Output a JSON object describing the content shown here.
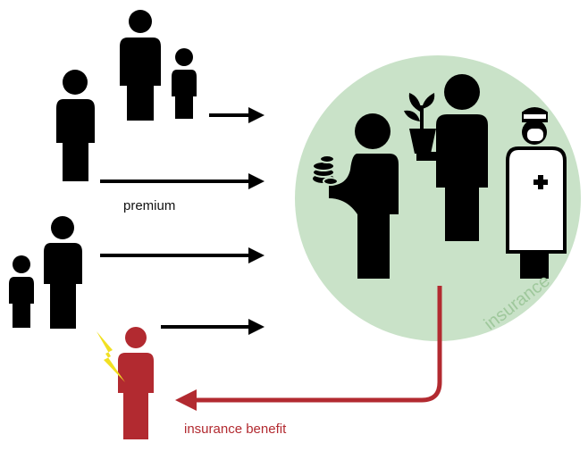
{
  "labels": {
    "premium": "premium",
    "insurance": "insurance",
    "insurance_benefit": "insurance benefit"
  },
  "colors": {
    "person": "#000000",
    "claimant": "#b22a30",
    "pool_circle": "#c9e2c8",
    "insurance_text": "#9fc89c",
    "benefit_arrow": "#b22a30",
    "lightning": "#f1e022",
    "premium_arrow": "#000000"
  },
  "icons": {
    "pool_people": [
      "coins-icon",
      "plant-pot-icon",
      "nurse-icon"
    ],
    "accident": "lightning-bolt-icon"
  }
}
